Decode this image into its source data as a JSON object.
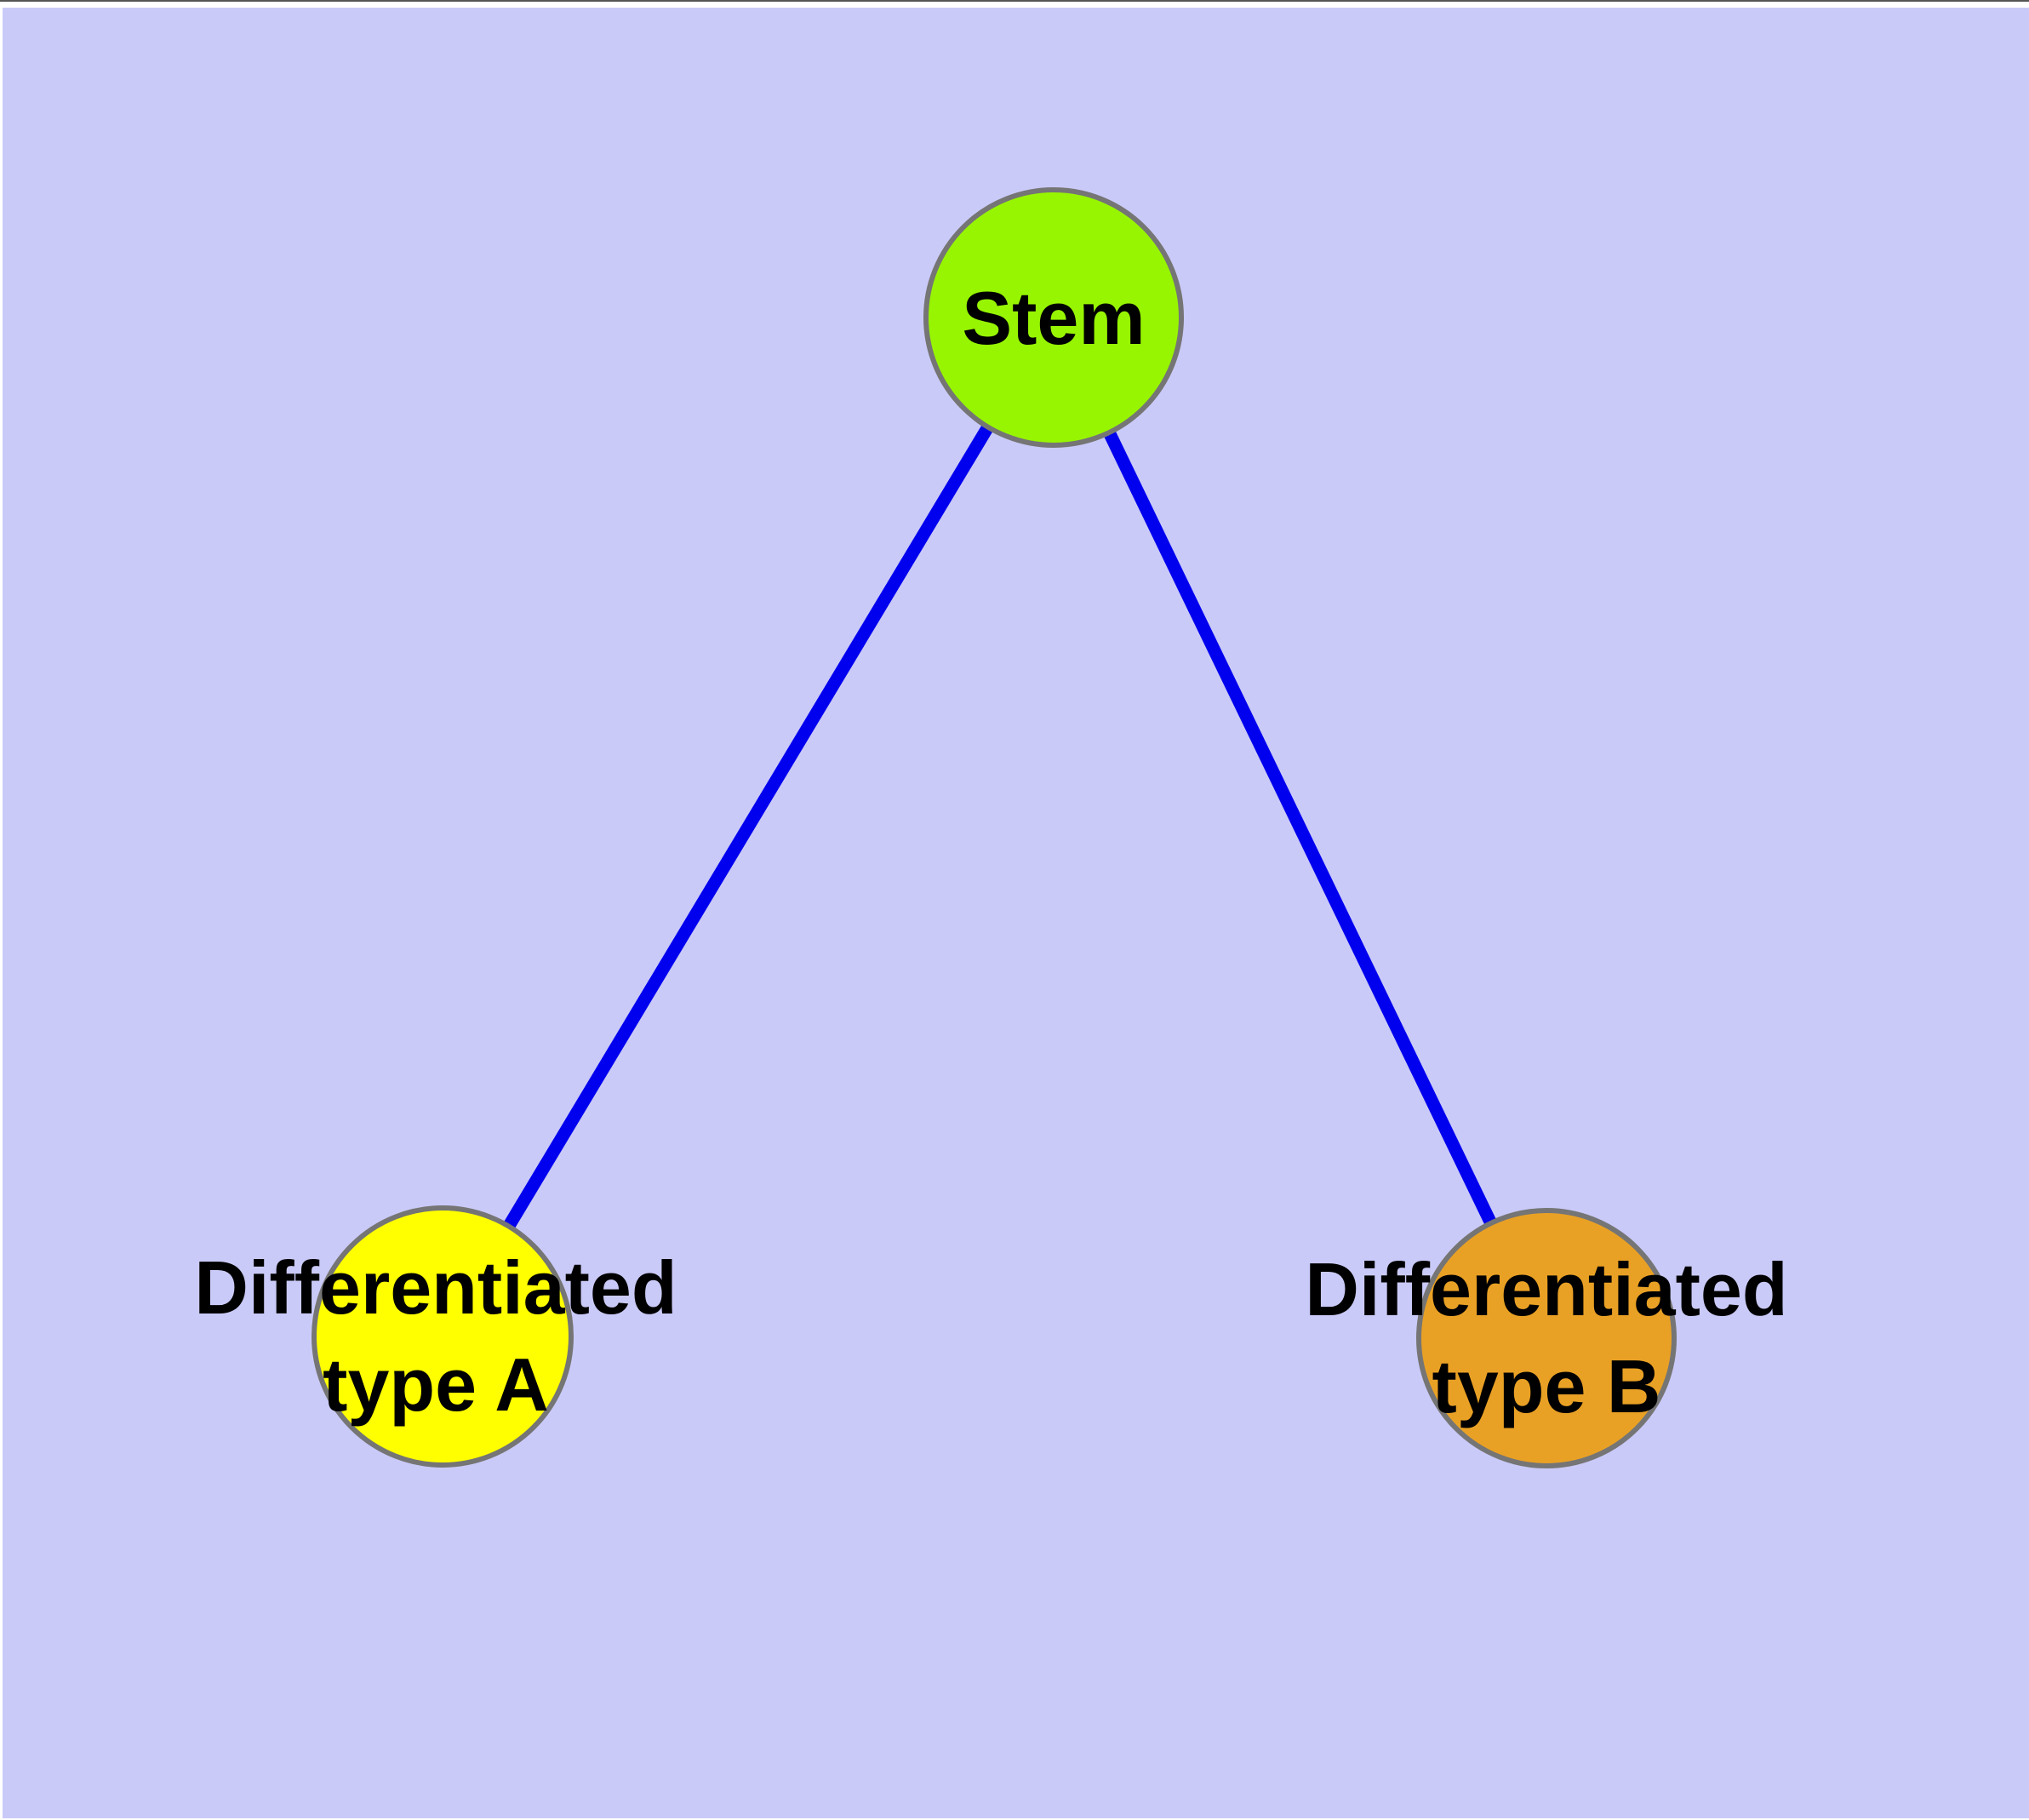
{
  "window": {
    "background_color": "#CACAF8",
    "frame_color": "#FFFFFF",
    "frame_top_line_color": "#555555"
  },
  "diagram": {
    "text_color": "#000000",
    "node_border_color": "#757575",
    "nodes": [
      {
        "id": "stem",
        "label": "Stem",
        "lines": [
          "Stem"
        ],
        "fill": "#97F502",
        "border": "#757575"
      },
      {
        "id": "differentiated-type-a",
        "label": "Differentiated type A",
        "lines": [
          "Differentiated",
          "type A"
        ],
        "fill": "#FFFF00",
        "border": "#757575"
      },
      {
        "id": "differentiated-type-b",
        "label": "Differentiated type B",
        "lines": [
          "Differentiated",
          "type B"
        ],
        "fill": "#E9A125",
        "border": "#757575"
      }
    ],
    "edges": [
      {
        "from": "stem",
        "to": "differentiated-type-a",
        "color": "#0000EE"
      },
      {
        "from": "stem",
        "to": "differentiated-type-b",
        "color": "#0000EE"
      }
    ]
  }
}
